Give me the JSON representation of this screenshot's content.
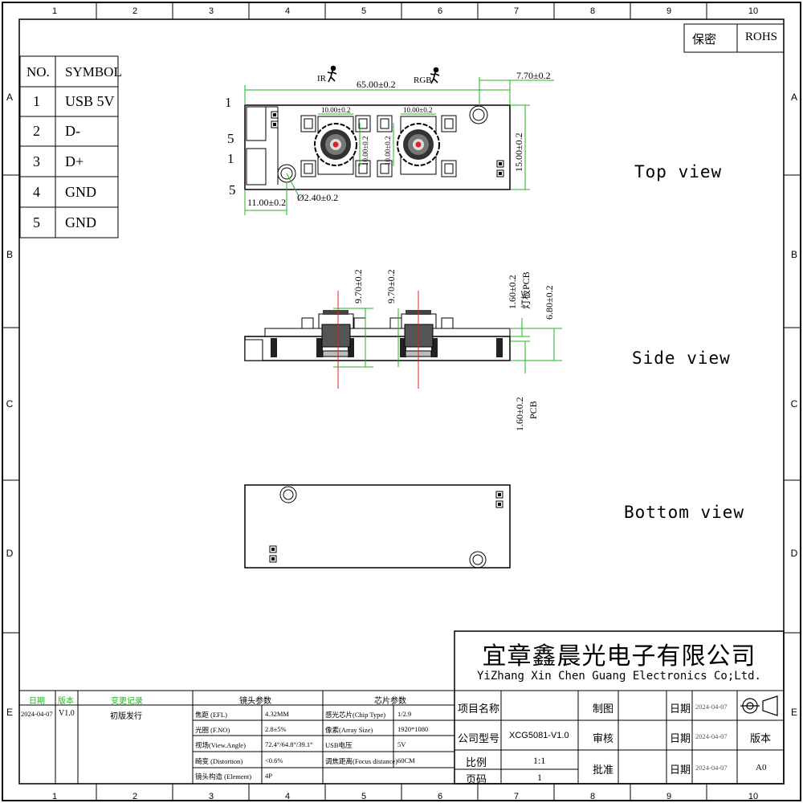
{
  "zones": {
    "columns": [
      "1",
      "2",
      "3",
      "4",
      "5",
      "6",
      "7",
      "8",
      "9",
      "10"
    ],
    "rows": [
      "A",
      "B",
      "C",
      "D",
      "E"
    ]
  },
  "corner": {
    "secret": "保密",
    "rohs": "ROHS"
  },
  "pin_table": {
    "headers": [
      "NO.",
      "SYMBOL"
    ],
    "rows": [
      {
        "no": "1",
        "symbol": "USB 5V"
      },
      {
        "no": "2",
        "symbol": "D-"
      },
      {
        "no": "3",
        "symbol": "D+"
      },
      {
        "no": "4",
        "symbol": "GND"
      },
      {
        "no": "5",
        "symbol": "GND"
      }
    ]
  },
  "top_view": {
    "label": "Top view",
    "ir": "IR",
    "rgb": "RGB",
    "dim_length": "65.00±0.2",
    "dim_offset": "7.70±0.2",
    "dim_lens_ir_w": "10.00±0.2",
    "dim_lens_rgb_w": "10.00±0.2",
    "dim_lens_ir_h": "10.00±0.2",
    "dim_lens_rgb_h": "10.00±0.2",
    "dim_height": "15.00±0.2",
    "dim_left": "11.00±0.2",
    "dim_hole": "Ø2.40±0.2",
    "pin_marks": [
      "1",
      "5",
      "1",
      "5"
    ]
  },
  "side_view": {
    "label": "Side view",
    "dim_ir_height": "9.70±0.2",
    "dim_rgb_height": "9.70±0.2",
    "dim_board": "1.60±0.2",
    "board_note": "灯板PCB",
    "dim_total": "6.80±0.2",
    "dim_pcb": "1.60±0.2",
    "pcb_note": "PCB"
  },
  "bottom_view": {
    "label": "Bottom view"
  },
  "company": {
    "cn": "宜章鑫晨光电子有限公司",
    "en": "YiZhang Xin Chen Guang Electronics Co;Ltd."
  },
  "revision": {
    "headers": [
      "日期",
      "版本",
      "变更记录"
    ],
    "date": "2024-04-07",
    "version": "V1.0",
    "note": "初版发行"
  },
  "lens_params": {
    "title": "镜头参数",
    "rows": [
      {
        "name": "焦距 (EFL)",
        "value": "4.32MM"
      },
      {
        "name": "光圈 (F.NO)",
        "value": "2.8±5%"
      },
      {
        "name": "视场(View.Angle)",
        "value": "72.4°/64.8°/39.1°"
      },
      {
        "name": "畸变 (Distortion)",
        "value": "<0.6%"
      },
      {
        "name": "镜头构造 (Element)",
        "value": "4P"
      }
    ]
  },
  "chip_params": {
    "title": "芯片参数",
    "rows": [
      {
        "name": "感光芯片(Chip Type)",
        "value": "1/2.9"
      },
      {
        "name": "像素(Array Size)",
        "value": "1920*1080"
      },
      {
        "name": "USB电压",
        "value": "5V"
      },
      {
        "name": "调焦距离(Focus distance)",
        "value": "60CM"
      }
    ]
  },
  "title_block": {
    "project_label": "项目名称",
    "model_label": "公司型号",
    "model_value": "XCG5081-V1.0",
    "scale_label": "比例",
    "scale_value": "1:1",
    "page_label": "页码",
    "page_value": "1",
    "draw_label": "制图",
    "check_label": "审核",
    "approve_label": "批准",
    "date_label": "日期",
    "date_value": "2024-04-07",
    "version_label": "版本",
    "version_value": "A0"
  },
  "colors": {
    "dimension": "#1fb51f",
    "centerline": "#e02020",
    "outline": "#000000"
  }
}
